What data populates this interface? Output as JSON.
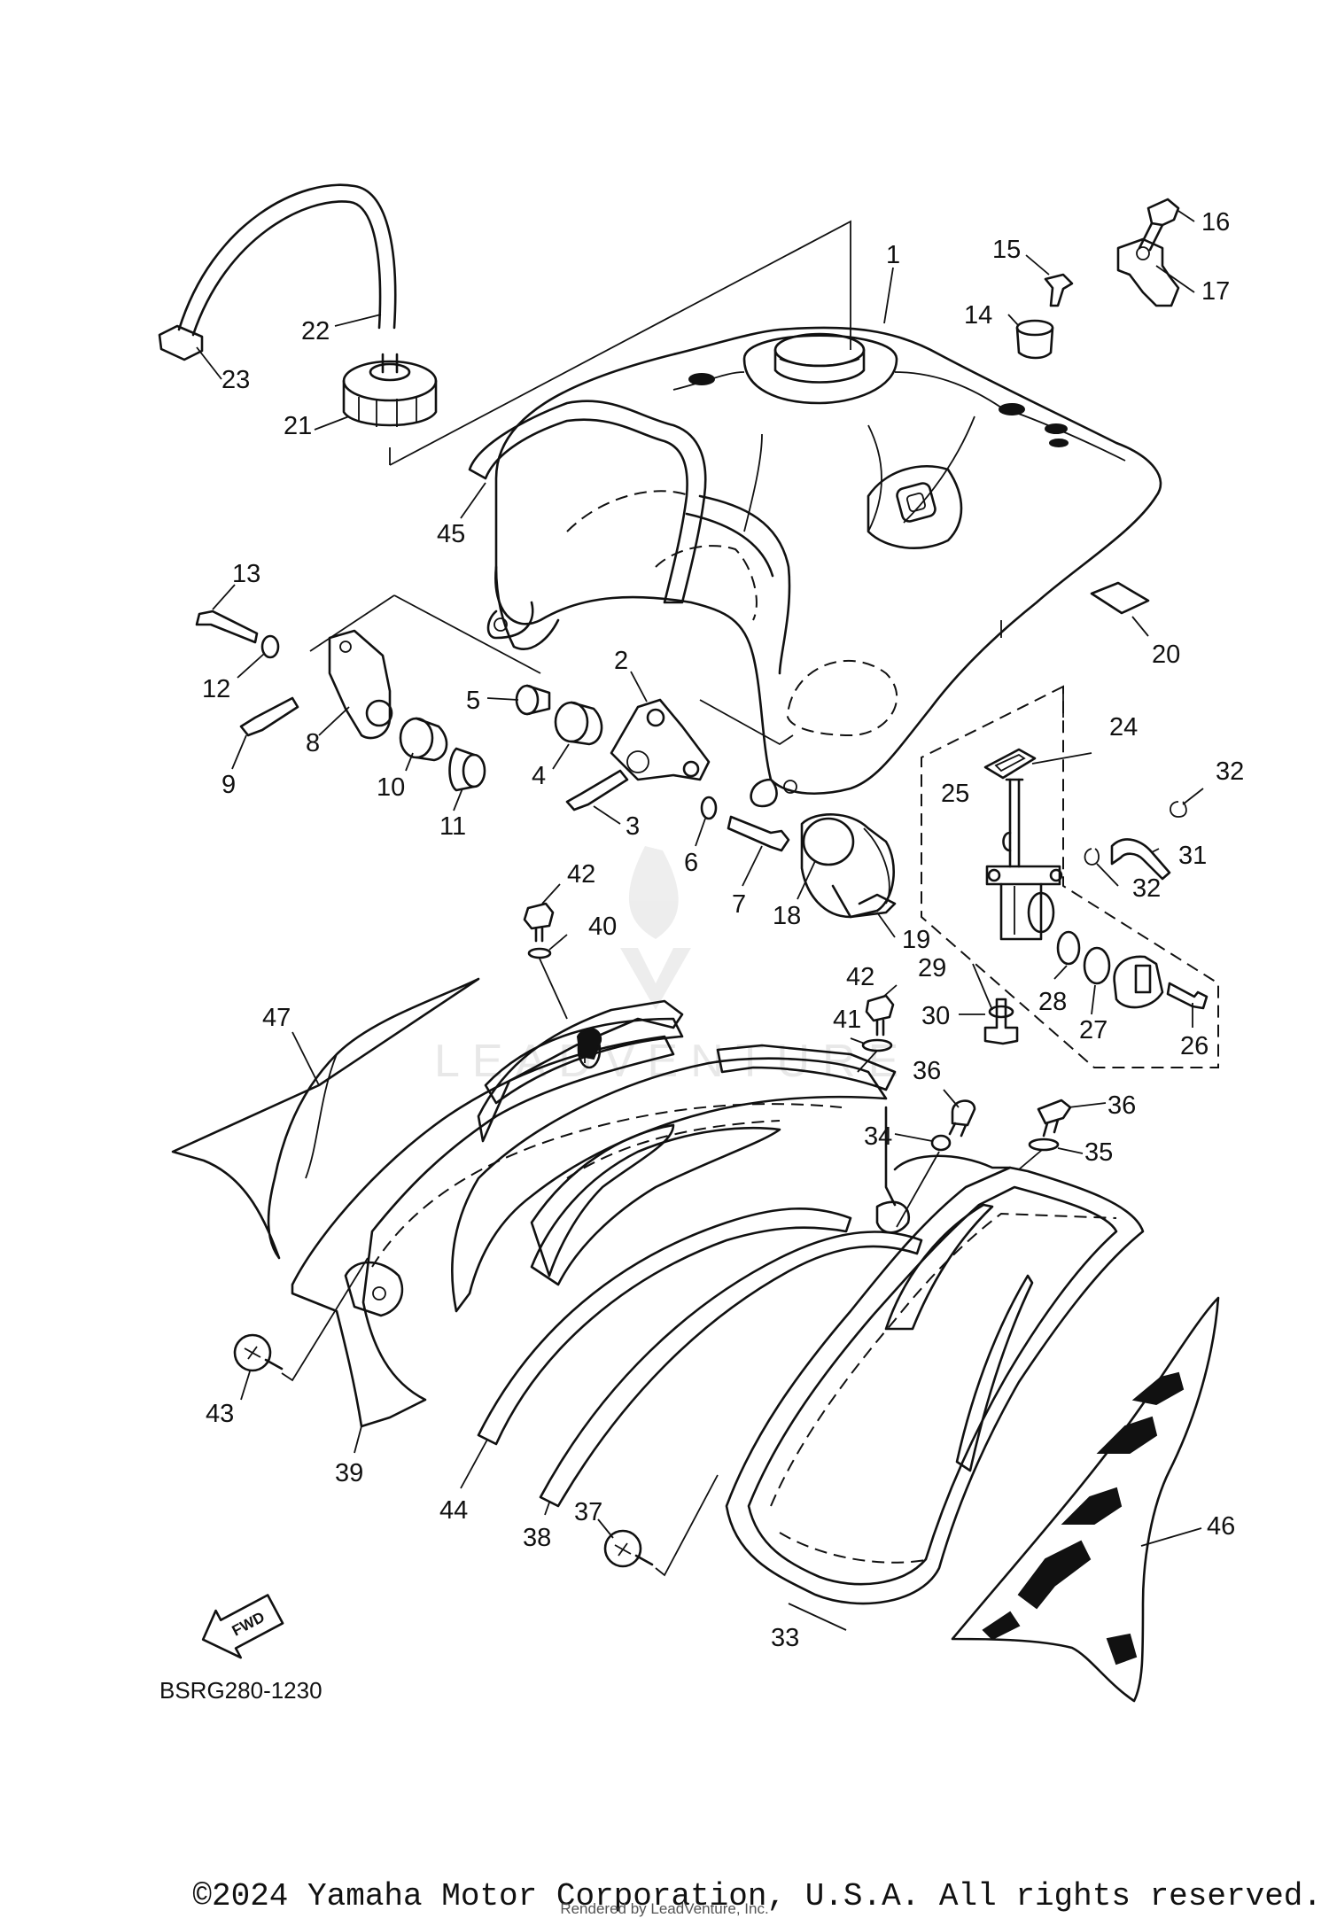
{
  "diagram": {
    "code": "BSRG280-1230",
    "fwd_label": "FWD",
    "watermark": "LEADVENTURE",
    "callouts": [
      "1",
      "2",
      "3",
      "4",
      "5",
      "6",
      "7",
      "8",
      "9",
      "10",
      "11",
      "12",
      "13",
      "14",
      "15",
      "16",
      "17",
      "18",
      "19",
      "20",
      "21",
      "22",
      "23",
      "24",
      "25",
      "26",
      "27",
      "28",
      "29",
      "30",
      "31",
      "32",
      "32",
      "33",
      "34",
      "35",
      "36",
      "36",
      "37",
      "38",
      "39",
      "40",
      "41",
      "42",
      "42",
      "43",
      "44",
      "45",
      "46",
      "47"
    ]
  },
  "footer": {
    "copyright": "©2024 Yamaha Motor Corporation, U.S.A. All rights reserved.",
    "rendered_by": "Rendered by LeadVenture, Inc."
  }
}
